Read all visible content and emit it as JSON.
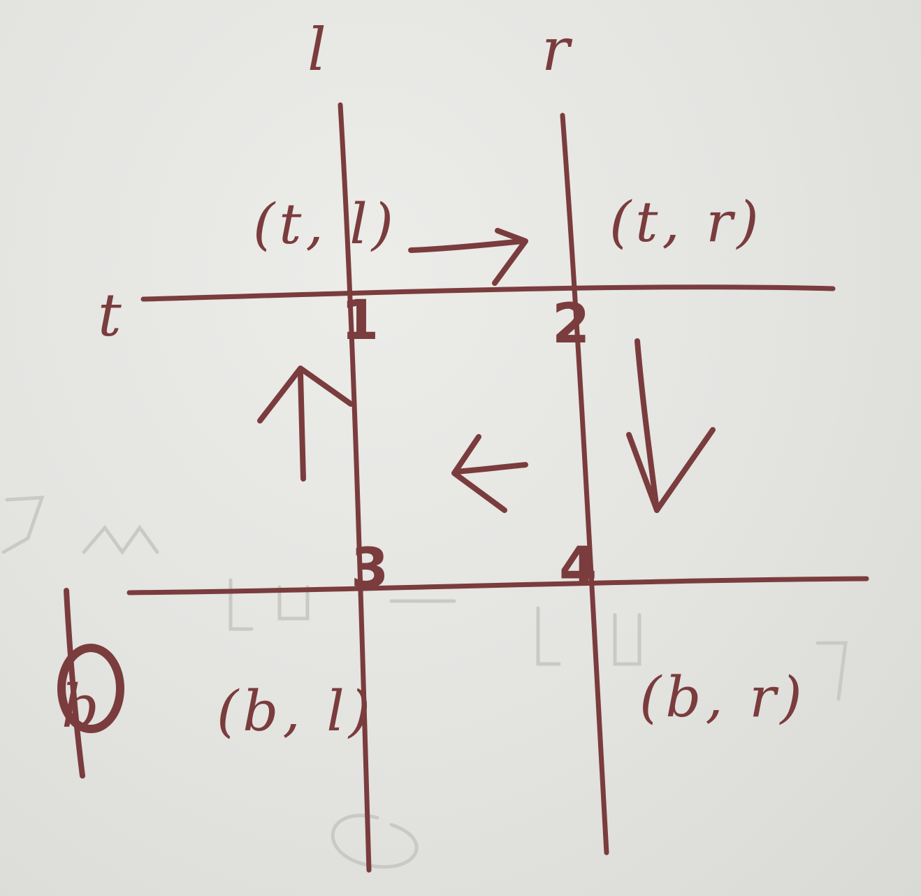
{
  "axis_labels": {
    "left": "l",
    "right": "r",
    "top": "t",
    "bottom": "b"
  },
  "coordinate_labels": {
    "top_left": "(t, l)",
    "top_right": "(t, r)",
    "bottom_left": "(b, l)",
    "bottom_right": "(b, r)"
  },
  "corner_numbers": {
    "c1": "1",
    "c2": "2",
    "c3": "3",
    "c4": "4"
  },
  "ink_color": "#7a3c3d",
  "traversal_arrows": [
    "arrow-right",
    "arrow-down",
    "arrow-left",
    "arrow-up"
  ]
}
